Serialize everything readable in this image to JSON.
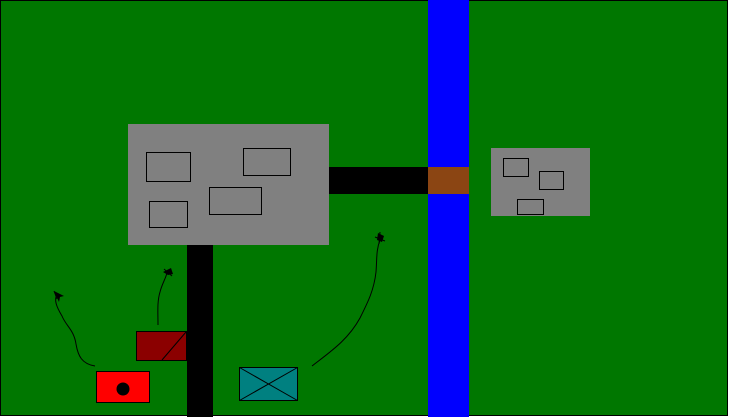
{
  "colors": {
    "ground": "#007700",
    "frame": "#000000",
    "river": "#0000ff",
    "bridge": "#8b4513",
    "road": "#000000",
    "town": "#808080",
    "building_outline": "#000000",
    "unit_red": "#ff0000",
    "unit_dark_red": "#8b0000",
    "unit_teal": "#008080",
    "path": "#000000"
  },
  "icons": {
    "red_unit": "filled-circle-symbol",
    "dark_red_unit": "diagonal-slash-symbol",
    "teal_unit": "x-cross-symbol",
    "destination": "pin-marker-icon"
  }
}
